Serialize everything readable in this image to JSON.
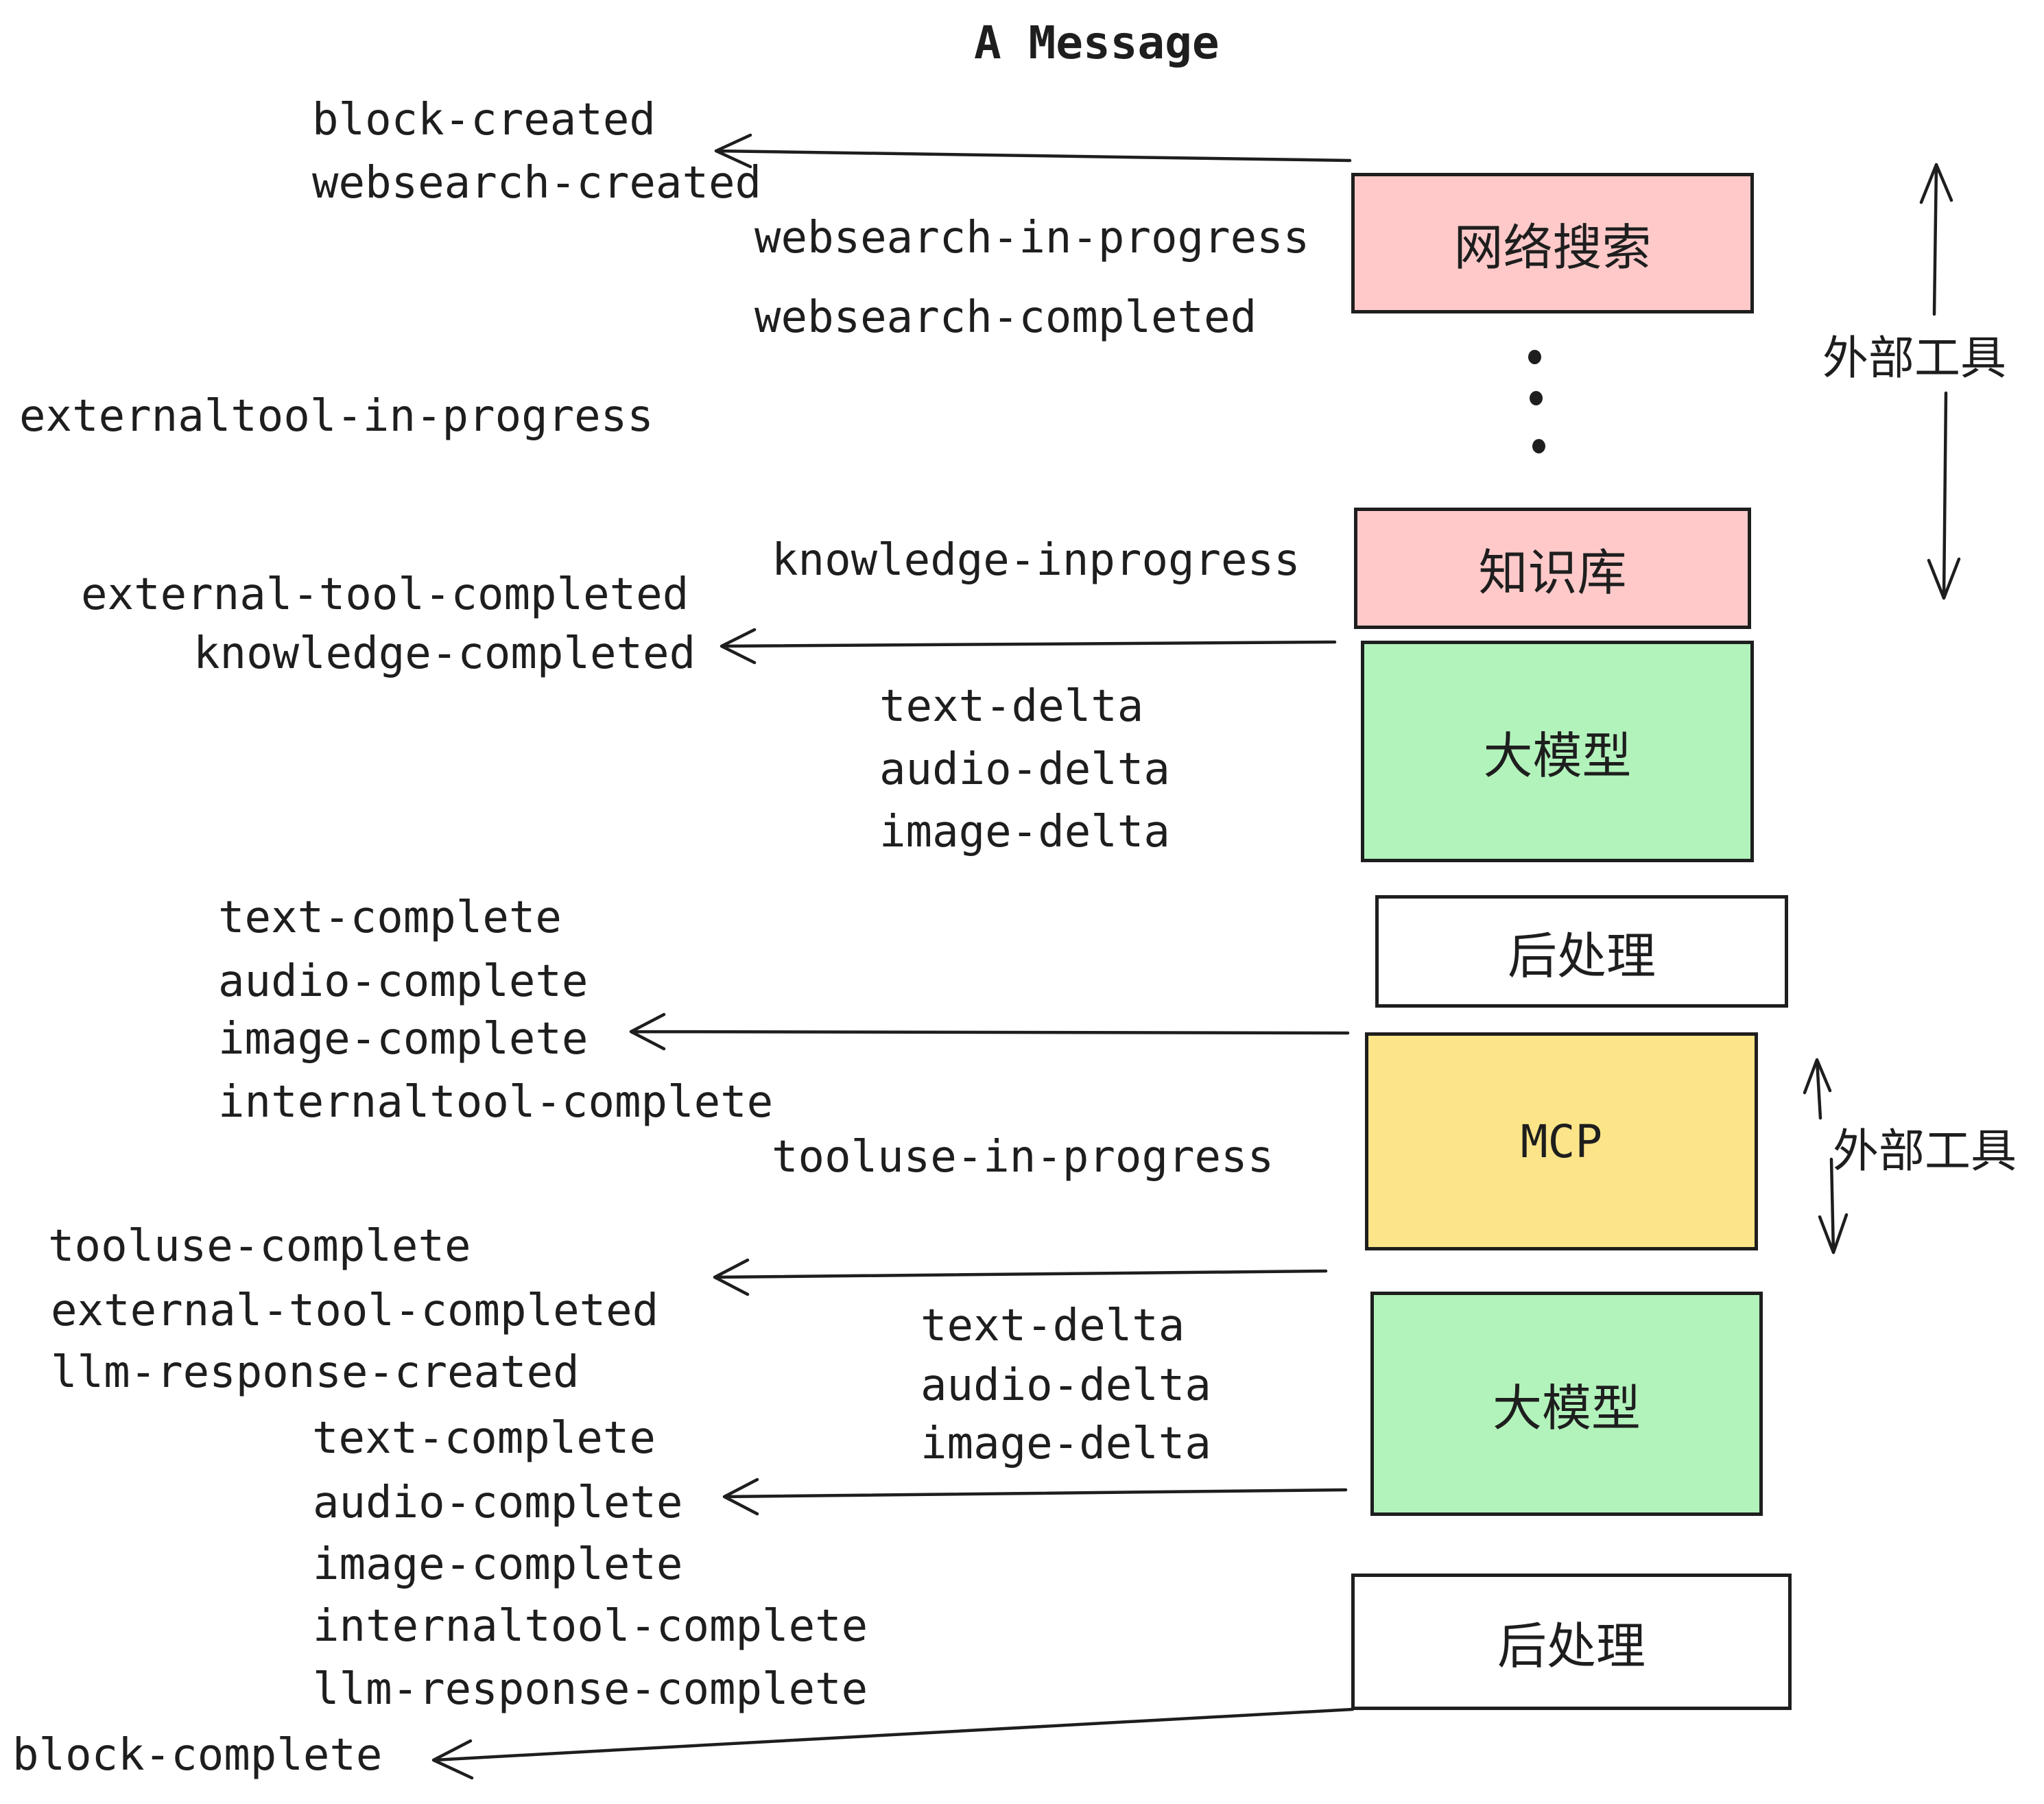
{
  "diagram": {
    "title": "A Message",
    "boxes": {
      "websearch": "网络搜索",
      "knowledge": "知识库",
      "llm_1": "大模型",
      "post_1": "后处理",
      "mcp": "MCP",
      "llm_2": "大模型",
      "post_2": "后处理"
    },
    "side_labels": {
      "external_tools_1": "外部工具",
      "external_tools_2": "外部工具"
    },
    "events": {
      "block_created": "block-created",
      "websearch_created": "websearch-created",
      "websearch_in_progress": "websearch-in-progress",
      "websearch_completed": "websearch-completed",
      "externaltool_in_progress": "externaltool-in-progress",
      "knowledge_inprogress": "knowledge-inprogress",
      "external_tool_completed_1": "external-tool-completed",
      "knowledge_completed": "knowledge-completed",
      "text_delta_1": "text-delta",
      "audio_delta_1": "audio-delta",
      "image_delta_1": "image-delta",
      "text_complete_1": "text-complete",
      "audio_complete_1": "audio-complete",
      "image_complete_1": "image-complete",
      "internaltool_complete_1": "internaltool-complete",
      "tooluse_in_progress": "tooluse-in-progress",
      "tooluse_complete": "tooluse-complete",
      "external_tool_completed_2": "external-tool-completed",
      "llm_response_created": "llm-response-created",
      "text_delta_2": "text-delta",
      "audio_delta_2": "audio-delta",
      "image_delta_2": "image-delta",
      "text_complete_2": "text-complete",
      "audio_complete_2": "audio-complete",
      "image_complete_2": "image-complete",
      "internaltool_complete_2": "internaltool-complete",
      "llm_response_complete": "llm-response-complete",
      "block_complete": "block-complete"
    },
    "colors": {
      "box_pink": "#ffc9c9",
      "box_green": "#b2f2bb",
      "box_yellow": "#fbe588",
      "box_white": "#ffffff",
      "ink": "#1e1e1e"
    }
  }
}
